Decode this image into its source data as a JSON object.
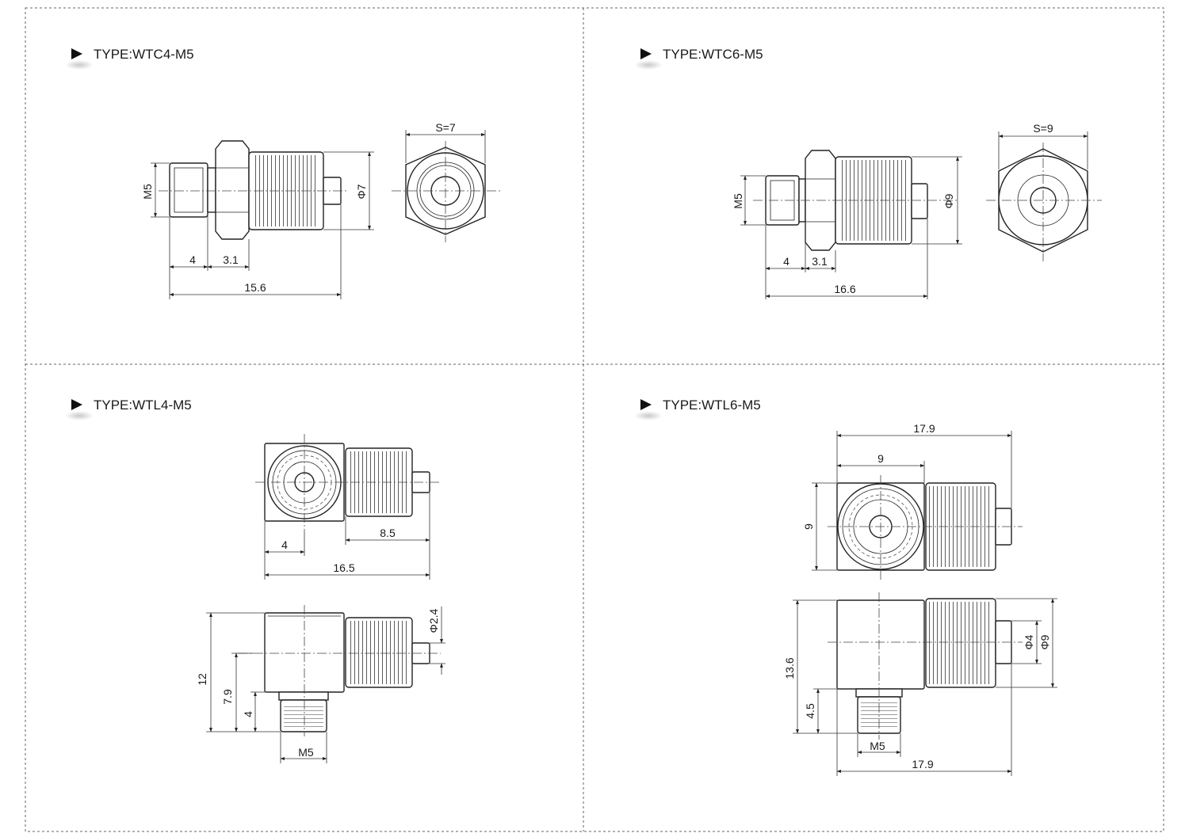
{
  "panels": [
    {
      "title": "TYPE:WTC4-M5",
      "dims": {
        "thread": "M5",
        "diameter": "Φ7",
        "hex": "S=7",
        "thread_len": "4",
        "hex_len": "3.1",
        "total_len": "15.6"
      }
    },
    {
      "title": "TYPE:WTC6-M5",
      "dims": {
        "thread": "M5",
        "diameter": "Φ9",
        "hex": "S=9",
        "thread_len": "4",
        "hex_len": "3.1",
        "total_len": "16.6"
      }
    },
    {
      "title": "TYPE:WTL4-M5",
      "dims": {
        "offset": "4",
        "nut_len": "8.5",
        "total_len": "16.5",
        "height": "12",
        "center_h": "7.9",
        "thread_h": "4",
        "tube": "Φ2.4",
        "thread": "M5"
      }
    },
    {
      "title": "TYPE:WTL6-M5",
      "dims": {
        "total_len_top": "17.9",
        "body_w": "9",
        "body_h": "9",
        "height": "13.6",
        "thread_h": "4.5",
        "tube": "Φ4",
        "diameter": "Φ9",
        "thread": "M5",
        "total_len_bottom": "17.9"
      }
    }
  ],
  "icons": {
    "bullet": "play-triangle-icon"
  },
  "colors": {
    "line": "#222222",
    "background": "#ffffff"
  }
}
